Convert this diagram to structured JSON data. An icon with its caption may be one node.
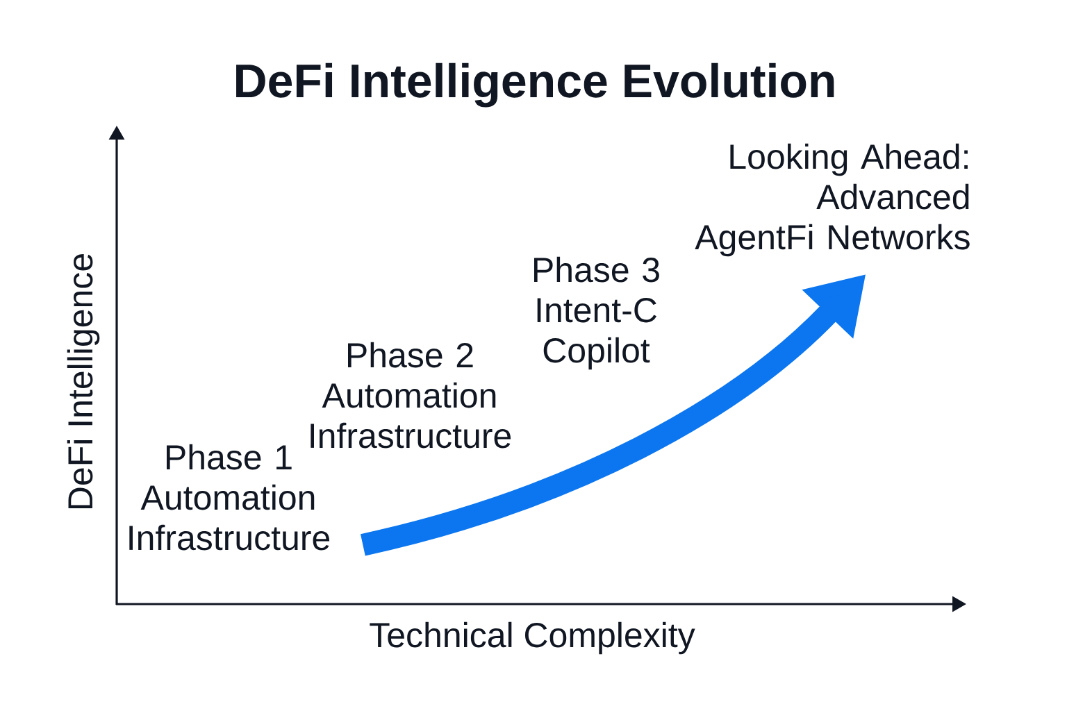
{
  "diagram": {
    "title": "DeFi Intelligence Evolution",
    "nodes": [
      {
        "text": [
          "Phase 1",
          "Automation Infrastructure"
        ]
      },
      {
        "text": [
          "Phase 2",
          "Automation Infrastructure"
        ]
      },
      {
        "text": [
          "Phase 3",
          "Intent-C Copilot"
        ]
      },
      {
        "text": [
          "Looking Ahead:",
          "Advanced AgentFi Networks"
        ]
      }
    ],
    "edges": [
      {
        "from": 0,
        "to": 3,
        "arrow": "to",
        "color": "#0b76ef"
      }
    ],
    "labels": [
      "DeFi Intelligence",
      "Technical Complexity"
    ]
  }
}
